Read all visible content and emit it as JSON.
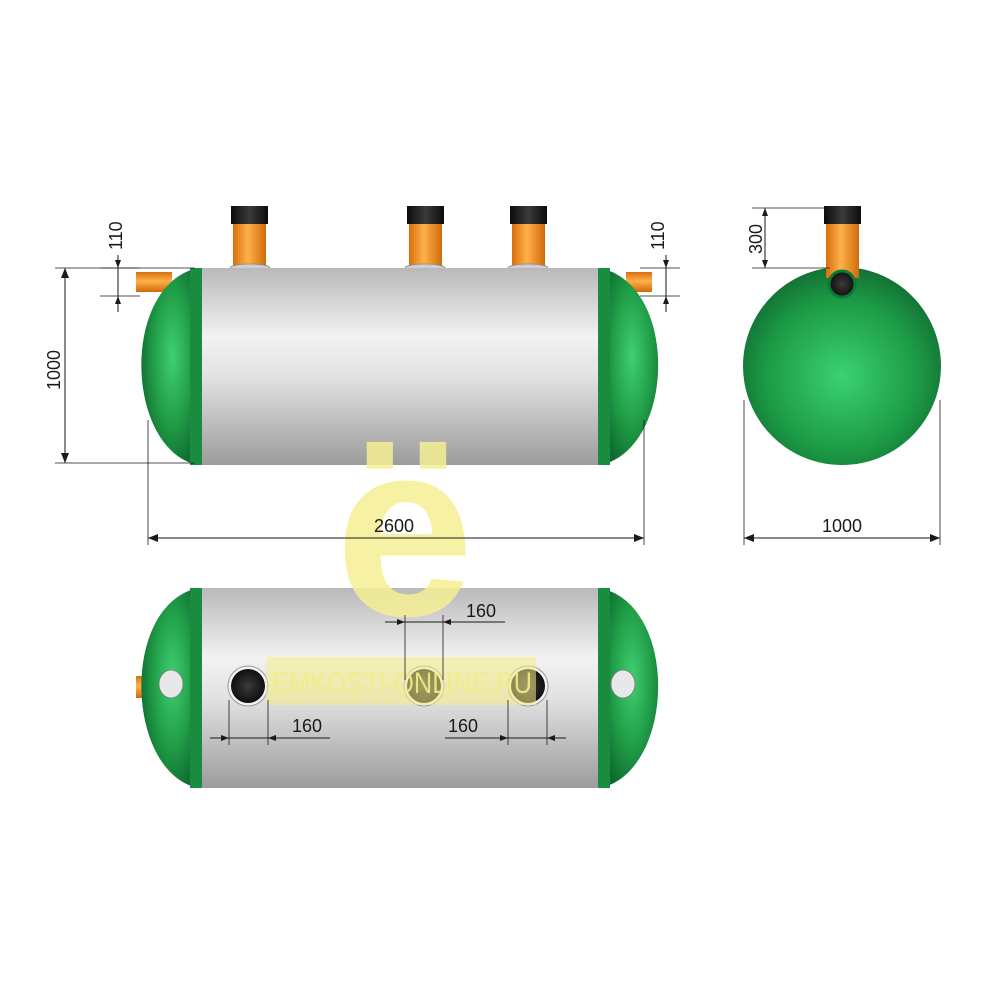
{
  "colors": {
    "tank_green": "#22a54a",
    "tank_green_dark": "#13733a",
    "body_silver": "#d8d8d8",
    "pipe_orange": "#f7941d",
    "cap_black": "#1b1b1b",
    "dimension_line": "#1a1a1a",
    "watermark": "#f4ec86"
  },
  "dimensions": {
    "inlet_height_left": "110",
    "inlet_height_right": "110",
    "tank_height": "1000",
    "tank_length": "2600",
    "riser_height": "300",
    "tank_diameter": "1000",
    "riser_spacing_top": "160",
    "riser_spacing_left": "160",
    "riser_spacing_right": "160"
  },
  "watermark": {
    "letter": "ё",
    "site": "EMKOSTI-ONLINE.RU"
  },
  "icons": [
    "tank-side-view",
    "tank-end-view",
    "tank-top-view",
    "riser-pipe",
    "inlet-pipe",
    "outlet-pipe"
  ]
}
